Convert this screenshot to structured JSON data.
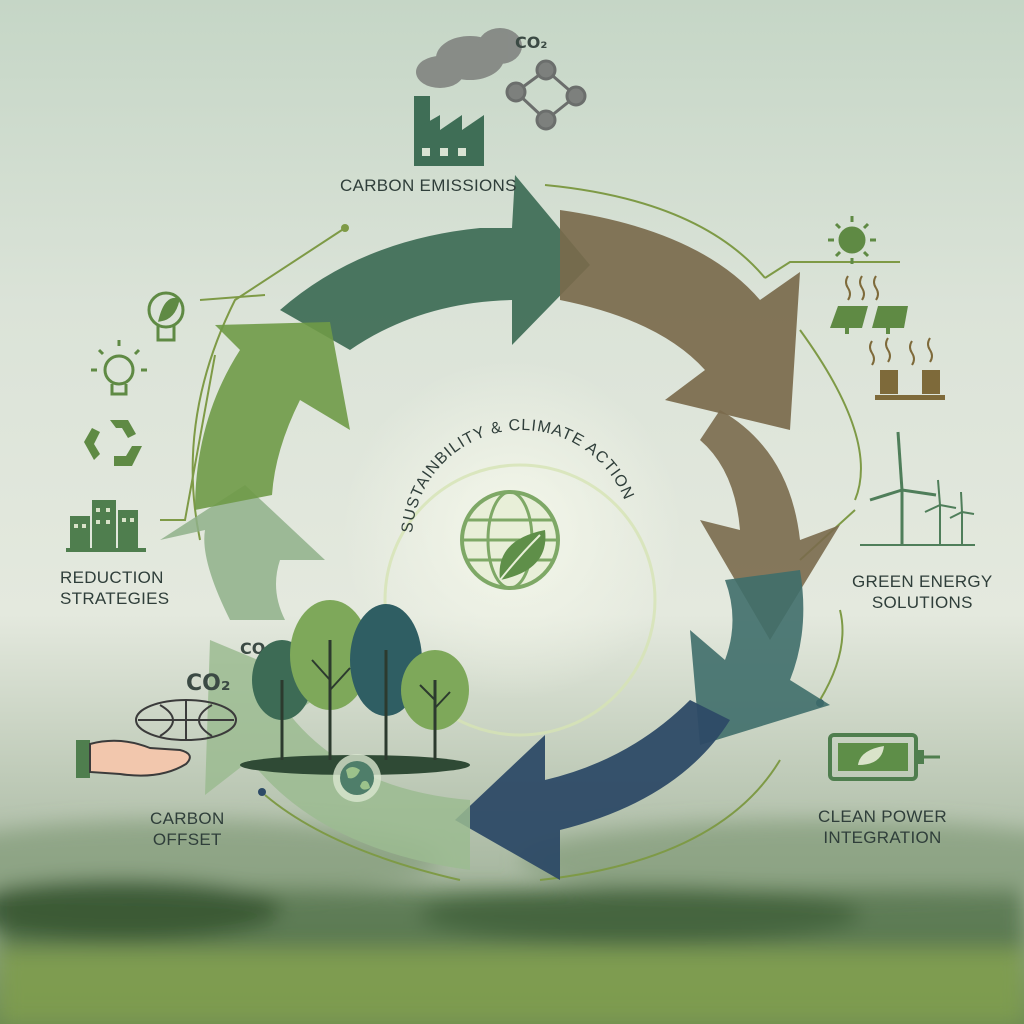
{
  "title": "SUSTAINBILITY & CLIMATE ACTION",
  "stages": [
    {
      "id": "emissions",
      "lines": [
        "CARBON EMISSIONS"
      ],
      "color": "#3d6b55"
    },
    {
      "id": "green",
      "lines": [
        "GREEN ENERGY",
        "SOLUTIONS"
      ],
      "color": "#7a6a4c"
    },
    {
      "id": "clean",
      "lines": [
        "CLEAN POWER",
        "INTEGRATION"
      ],
      "color": "#2d4a66"
    },
    {
      "id": "offset",
      "lines": [
        "CARBON",
        "OFFSET"
      ],
      "color": "#8fb08a"
    },
    {
      "id": "reduction",
      "lines": [
        "REDUCTION",
        "STRATEGIES"
      ],
      "color": "#6f9a47"
    }
  ],
  "co2_labels": {
    "top": "CO₂",
    "offset_small": "CO₂",
    "offset_large": "CO₂"
  },
  "colors": {
    "emissions_arrow": "#3d6b55",
    "green_arrow": "#7a6a4c",
    "teal_arrow": "#3f6e6a",
    "clean_arrow": "#2d4a66",
    "offset_arrow": "#8fb08a",
    "reduction_arrow": "#6f9a47",
    "icon_green": "#4f7e4e",
    "line_green": "#7e9a46"
  },
  "icons": [
    "factory-icon",
    "co2-molecule-icon",
    "sun-icon",
    "solar-panel-icon",
    "heat-wave-icon",
    "wind-turbine-icon",
    "battery-leaf-icon",
    "globe-leaf-icon",
    "tree-icon",
    "hand-icon",
    "lightbulb-icon",
    "recycle-icon",
    "city-icon"
  ]
}
